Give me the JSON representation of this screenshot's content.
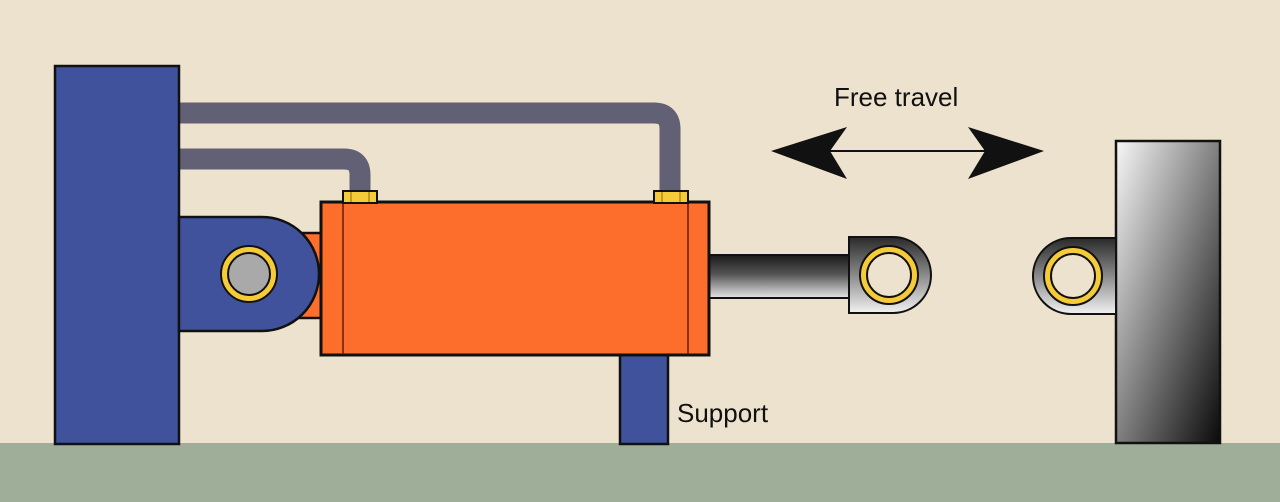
{
  "diagram": {
    "title": "Hydraulic cylinder with free-travel rod end",
    "labels": {
      "free_travel": "Free travel",
      "support": "Support"
    },
    "components": [
      "mounting-wall",
      "hydraulic-hoses",
      "hose-ports",
      "clevis-mount",
      "cylinder-barrel",
      "piston-rod",
      "rod-eye",
      "support-post",
      "load-eye",
      "load-block",
      "ground"
    ],
    "colors": {
      "background": "#ede2cd",
      "ground": "#9fae98",
      "wall_blue": "#41529d",
      "hose_gray": "#626074",
      "cylinder_orange": "#fd6e2c",
      "port_yellow": "#f6cb38",
      "pin_gray": "#a9a9a9",
      "outline": "#111111"
    }
  }
}
